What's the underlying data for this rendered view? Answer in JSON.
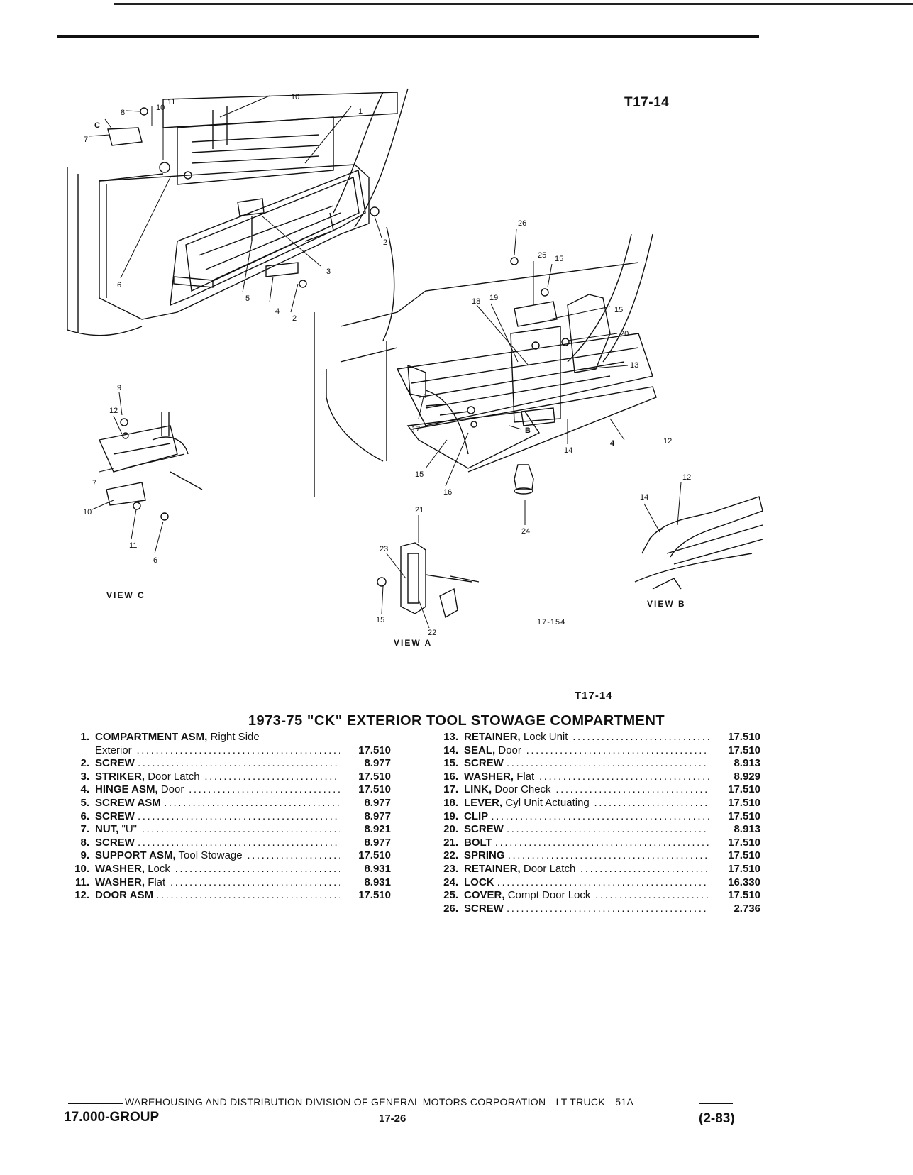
{
  "header": {
    "ref_code_top": "T17-14",
    "ref_code_mid": "T17-14"
  },
  "illustration": {
    "view_c": "VIEW   C",
    "view_a": "VIEW  A",
    "view_b": "VIEW  B",
    "drawing_id": "17-154",
    "callouts_main": [
      "8",
      "10",
      "11",
      "10",
      "1",
      "C",
      "7",
      "6",
      "5",
      "4",
      "3",
      "2",
      "2"
    ],
    "callouts_lock": [
      "26",
      "25",
      "15",
      "18",
      "19",
      "15",
      "20",
      "13",
      "17",
      "B",
      "4",
      "12",
      "14",
      "15",
      "16",
      "24"
    ],
    "callouts_view_c": [
      "9",
      "12",
      "7",
      "10",
      "11",
      "6"
    ],
    "callouts_view_a": [
      "21",
      "23",
      "15",
      "22"
    ],
    "callouts_view_b": [
      "12",
      "14"
    ]
  },
  "title": "1973-75 \"CK\" EXTERIOR TOOL STOWAGE COMPARTMENT",
  "parts_left": [
    {
      "num": "1.",
      "name": "COMPARTMENT ASM,",
      "desc": "Right Side",
      "pn": ""
    },
    {
      "num": "",
      "name": "",
      "desc": "Exterior",
      "pn": "17.510"
    },
    {
      "num": "2.",
      "name": "SCREW",
      "desc": "",
      "pn": "8.977"
    },
    {
      "num": "3.",
      "name": "STRIKER,",
      "desc": "Door Latch",
      "pn": "17.510"
    },
    {
      "num": "4.",
      "name": "HINGE ASM,",
      "desc": "Door",
      "pn": "17.510"
    },
    {
      "num": "5.",
      "name": "SCREW ASM",
      "desc": "",
      "pn": "8.977"
    },
    {
      "num": "6.",
      "name": "SCREW",
      "desc": "",
      "pn": "8.977"
    },
    {
      "num": "7.",
      "name": "NUT,",
      "desc": "\"U\"",
      "pn": "8.921"
    },
    {
      "num": "8.",
      "name": "SCREW",
      "desc": "",
      "pn": "8.977"
    },
    {
      "num": "9.",
      "name": "SUPPORT ASM,",
      "desc": "Tool Stowage",
      "pn": "17.510"
    },
    {
      "num": "10.",
      "name": "WASHER,",
      "desc": "Lock",
      "pn": "8.931"
    },
    {
      "num": "11.",
      "name": "WASHER,",
      "desc": "Flat",
      "pn": "8.931"
    },
    {
      "num": "12.",
      "name": "DOOR ASM",
      "desc": "",
      "pn": "17.510"
    }
  ],
  "parts_right": [
    {
      "num": "13.",
      "name": "RETAINER,",
      "desc": "Lock Unit",
      "pn": "17.510"
    },
    {
      "num": "14.",
      "name": "SEAL,",
      "desc": "Door",
      "pn": "17.510"
    },
    {
      "num": "15.",
      "name": "SCREW",
      "desc": "",
      "pn": "8.913"
    },
    {
      "num": "16.",
      "name": "WASHER,",
      "desc": "Flat",
      "pn": "8.929"
    },
    {
      "num": "17.",
      "name": "LINK,",
      "desc": "Door Check",
      "pn": "17.510"
    },
    {
      "num": "18.",
      "name": "LEVER,",
      "desc": "Cyl Unit Actuating",
      "pn": "17.510"
    },
    {
      "num": "19.",
      "name": "CLIP",
      "desc": "",
      "pn": "17.510"
    },
    {
      "num": "20.",
      "name": "SCREW",
      "desc": "",
      "pn": "8.913"
    },
    {
      "num": "21.",
      "name": "BOLT",
      "desc": "",
      "pn": "17.510"
    },
    {
      "num": "22.",
      "name": "SPRING",
      "desc": "",
      "pn": "17.510"
    },
    {
      "num": "23.",
      "name": "RETAINER,",
      "desc": "Door Latch",
      "pn": "17.510"
    },
    {
      "num": "24.",
      "name": "LOCK",
      "desc": "",
      "pn": "16.330"
    },
    {
      "num": "25.",
      "name": "COVER,",
      "desc": "Compt Door Lock",
      "pn": "17.510"
    },
    {
      "num": "26.",
      "name": "SCREW",
      "desc": "",
      "pn": "2.736"
    }
  ],
  "footer": {
    "text": "WAREHOUSING AND DISTRIBUTION  DIVISION OF GENERAL MOTORS CORPORATION—LT TRUCK—51A",
    "group": "17.000-GROUP",
    "page": "17-26",
    "date": "(2-83)"
  }
}
